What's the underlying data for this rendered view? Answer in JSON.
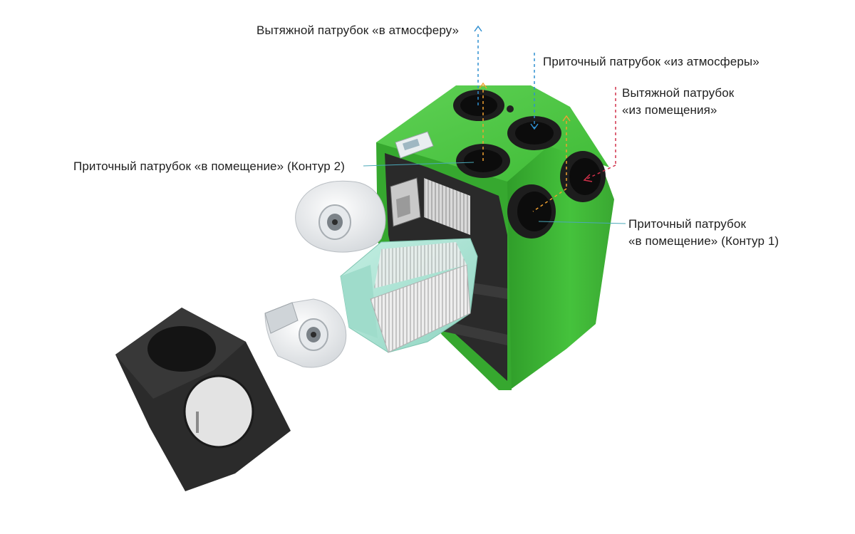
{
  "colors": {
    "housing_green": "#43c23a",
    "housing_green_dark": "#2e9428",
    "exhaust_arrow": "#2f8fd0",
    "supply_arrow": "#f0a030",
    "room_exhaust_arrow": "#d0304a",
    "leader_line": "#4aa8b8",
    "exchanger_mint": "#a9e3d3",
    "panel_black": "#2b2b2b"
  },
  "labels": {
    "exhaust_to_atmosphere": "Вытяжной патрубок «в атмосферу»",
    "supply_from_atmosphere": "Приточный патрубок «из атмосферы»",
    "exhaust_from_room_line1": "Вытяжной патрубок",
    "exhaust_from_room_line2": "«из помещения»",
    "supply_to_room_circuit2": "Приточный патрубок «в помещение» (Контур 2)",
    "supply_to_room_circuit1_line1": "Приточный патрубок",
    "supply_to_room_circuit1_line2": "«в помещение» (Контур 1)"
  }
}
